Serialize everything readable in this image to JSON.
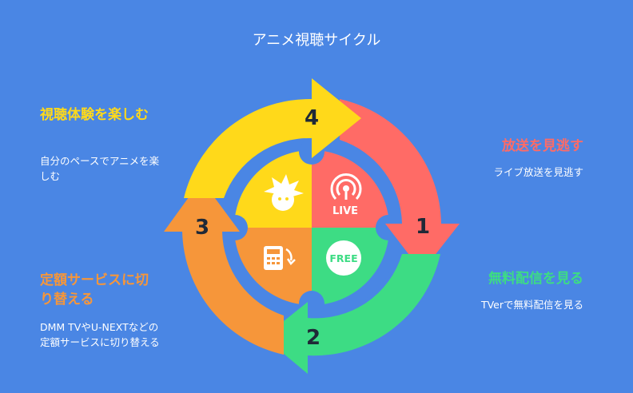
{
  "title": "アニメ視聴サイクル",
  "steps": [
    {
      "number": "1",
      "title": "放送を見逃す",
      "description": "ライブ放送を見逃す",
      "color": "#FF6B66",
      "icon": "live-icon"
    },
    {
      "number": "2",
      "title": "無料配信を見る",
      "description": "TVerで無料配信を見る",
      "color": "#3DDC84",
      "icon": "free-icon"
    },
    {
      "number": "3",
      "title": "定額サービスに切り替える",
      "description": "DMM TVやU-NEXTなどの定額サービスに切り替える",
      "color": "#F6963A",
      "icon": "subscription-switch-icon"
    },
    {
      "number": "4",
      "title": "視聴体験を楽しむ",
      "description": "自分のペースでアニメを楽しむ",
      "color": "#FFD91A",
      "icon": "anime-character-icon"
    }
  ],
  "icons": {
    "live_label": "LIVE",
    "free_label": "FREE"
  },
  "colors": {
    "background": "#4A86E4",
    "ring_gap": "#4A86E4",
    "number_text": "#1F2937"
  }
}
